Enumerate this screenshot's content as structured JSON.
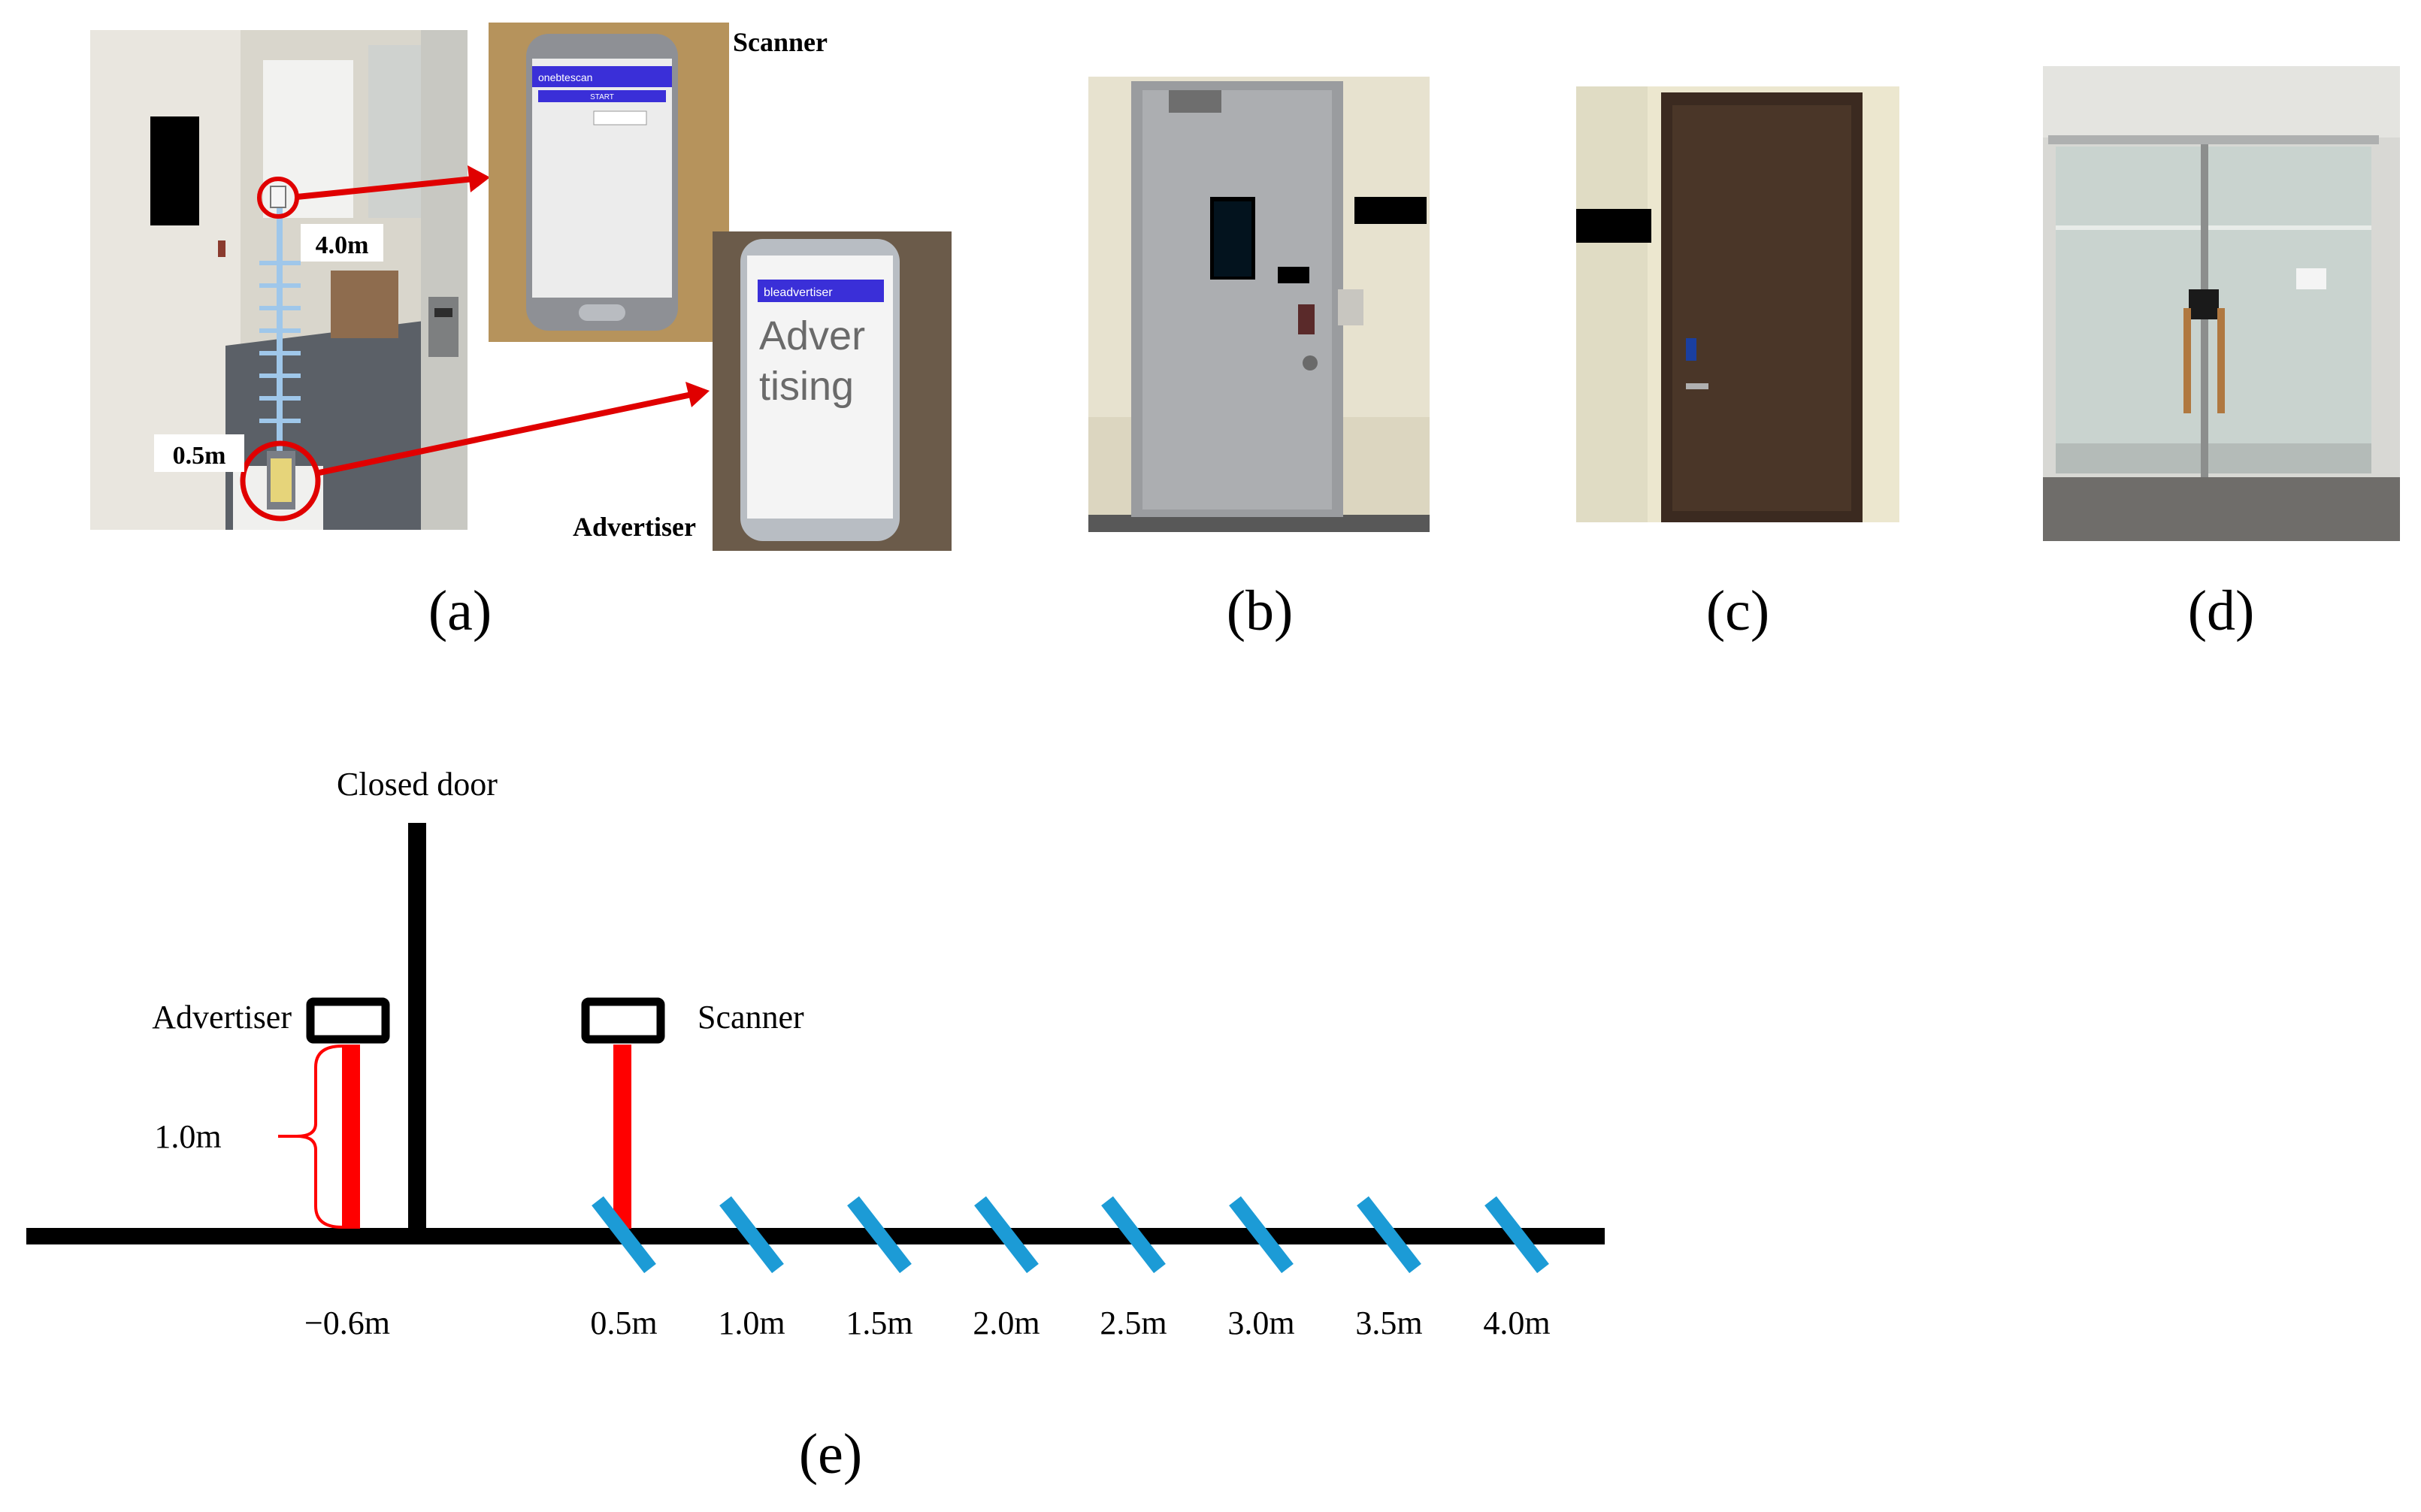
{
  "panels": {
    "a": {
      "label": "(a)",
      "scanner_label": "Scanner",
      "advertiser_label": "Advertiser",
      "far_distance": "4.0m",
      "near_distance": "0.5m",
      "scanner_app_title": "onebtescan",
      "scanner_start": "START",
      "advertiser_app_title": "bleadvertiser",
      "advertiser_screen_text_1": "Adver",
      "advertiser_screen_text_2": "tising"
    },
    "b": {
      "label": "(b)"
    },
    "c": {
      "label": "(c)"
    },
    "d": {
      "label": "(d)"
    },
    "e": {
      "label": "(e)"
    }
  },
  "diagram": {
    "door_label": "Closed door",
    "advertiser_label": "Advertiser",
    "scanner_label": "Scanner",
    "height_label": "1.0m",
    "advertiser_position": "−0.6m",
    "positions": [
      "0.5m",
      "1.0m",
      "1.5m",
      "2.0m",
      "2.5m",
      "3.0m",
      "3.5m",
      "4.0m"
    ]
  },
  "colors": {
    "stand_red": "#ff0000",
    "marker_blue": "#1c9bd6",
    "phone_bar": "#3a2fd8",
    "annotation_red": "#e00000"
  }
}
